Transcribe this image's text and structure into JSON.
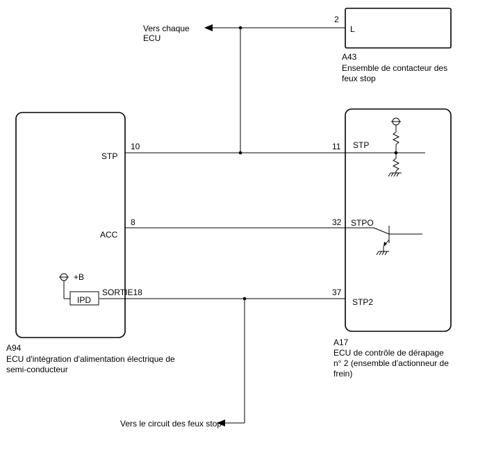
{
  "top_arrow": {
    "line1": "Vers chaque",
    "line2": "ECU"
  },
  "bottom_arrow": {
    "label": "Vers le circuit des feux stop"
  },
  "a43": {
    "pin_number": "2",
    "pin_label": "L",
    "code": "A43",
    "desc1": "Ensemble de contacteur des",
    "desc2": "feux stop"
  },
  "a94": {
    "code": "A94",
    "desc1": "ECU d'intégration d'alimentation électrique de",
    "desc2": "semi-conducteur",
    "pins": {
      "stp": {
        "label": "STP",
        "number": "10"
      },
      "acc": {
        "label": "ACC",
        "number": "8"
      },
      "sortie": {
        "label": "SORTIE18",
        "number": ""
      }
    },
    "power_label": "+B",
    "ipd_label": "IPD"
  },
  "a17": {
    "code": "A17",
    "desc1": "ECU de contrôle de dérapage",
    "desc2": "n° 2 (ensemble d'actionneur de",
    "desc3": "frein)",
    "pins": {
      "stp": {
        "label": "STP",
        "number": "11"
      },
      "stpo": {
        "label": "STPO",
        "number": "32"
      },
      "stp2": {
        "label": "STP2",
        "number": "37"
      }
    }
  }
}
